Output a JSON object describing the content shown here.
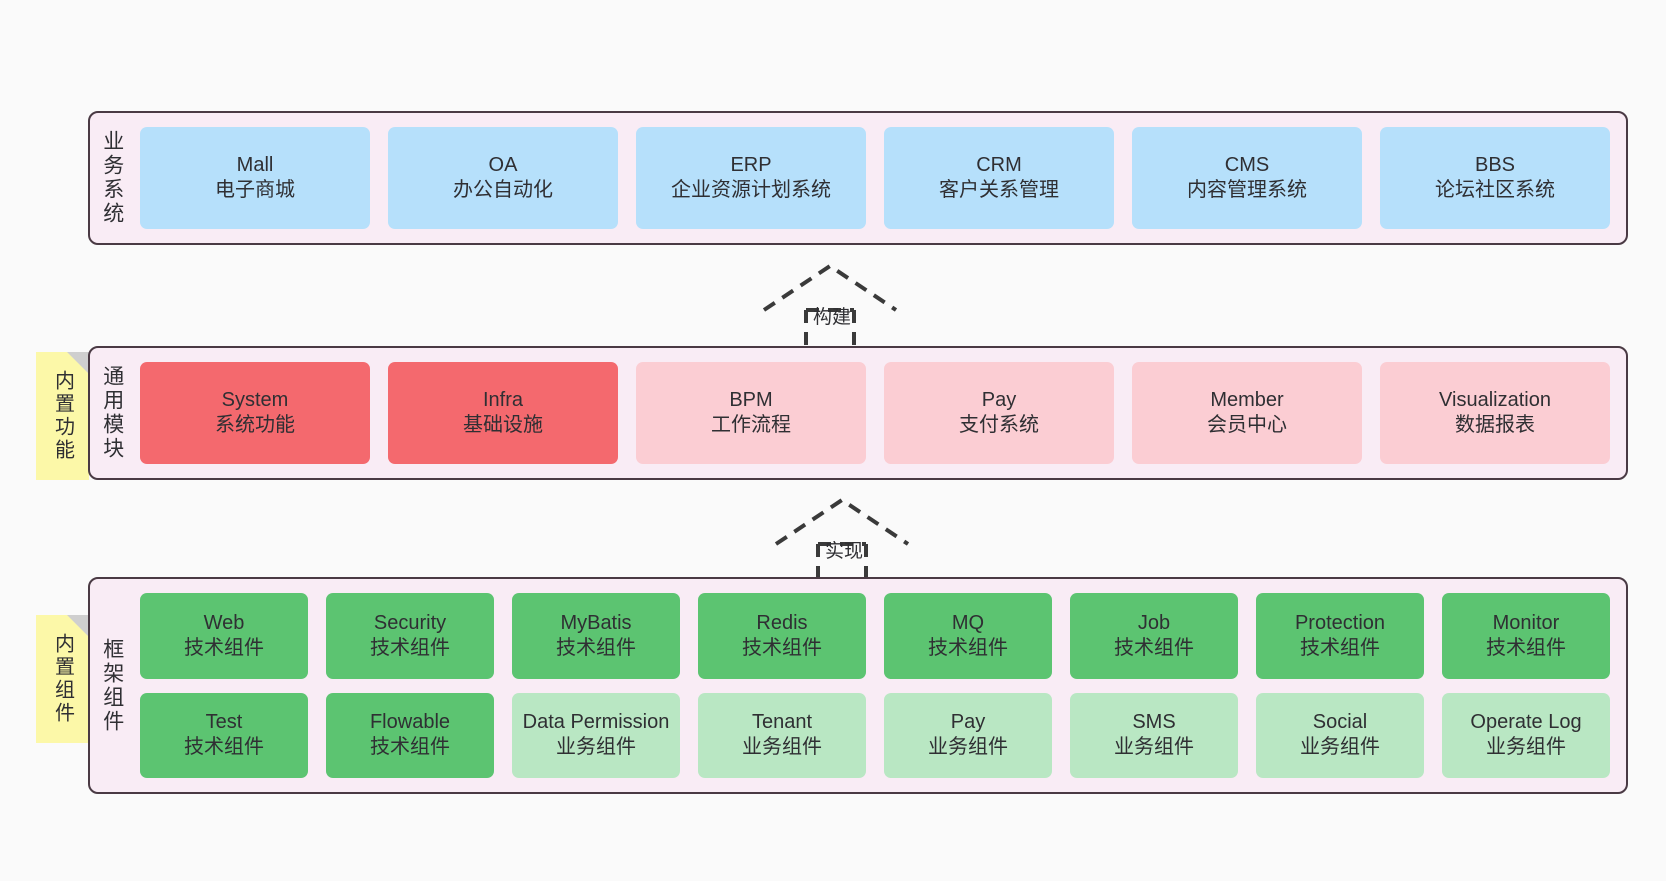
{
  "layers": [
    {
      "id": "business",
      "title": "业务系统",
      "rows": [
        {
          "cards": [
            {
              "en": "Mall",
              "cn": "电子商城",
              "color": "c-blue"
            },
            {
              "en": "OA",
              "cn": "办公自动化",
              "color": "c-blue"
            },
            {
              "en": "ERP",
              "cn": "企业资源计划系统",
              "color": "c-blue"
            },
            {
              "en": "CRM",
              "cn": "客户关系管理",
              "color": "c-blue"
            },
            {
              "en": "CMS",
              "cn": "内容管理系统",
              "color": "c-blue"
            },
            {
              "en": "BBS",
              "cn": "论坛社区系统",
              "color": "c-blue"
            }
          ]
        }
      ]
    },
    {
      "id": "common",
      "title": "通用模块",
      "note": "内置功能",
      "rows": [
        {
          "cards": [
            {
              "en": "System",
              "cn": "系统功能",
              "color": "c-red"
            },
            {
              "en": "Infra",
              "cn": "基础设施",
              "color": "c-red"
            },
            {
              "en": "BPM",
              "cn": "工作流程",
              "color": "c-pink"
            },
            {
              "en": "Pay",
              "cn": "支付系统",
              "color": "c-pink"
            },
            {
              "en": "Member",
              "cn": "会员中心",
              "color": "c-pink"
            },
            {
              "en": "Visualization",
              "cn": "数据报表",
              "color": "c-pink"
            }
          ]
        }
      ]
    },
    {
      "id": "framework",
      "title": "框架组件",
      "note": "内置组件",
      "rows": [
        {
          "cards": [
            {
              "en": "Web",
              "cn": "技术组件",
              "color": "c-green"
            },
            {
              "en": "Security",
              "cn": "技术组件",
              "color": "c-green"
            },
            {
              "en": "MyBatis",
              "cn": "技术组件",
              "color": "c-green"
            },
            {
              "en": "Redis",
              "cn": "技术组件",
              "color": "c-green"
            },
            {
              "en": "MQ",
              "cn": "技术组件",
              "color": "c-green"
            },
            {
              "en": "Job",
              "cn": "技术组件",
              "color": "c-green"
            },
            {
              "en": "Protection",
              "cn": "技术组件",
              "color": "c-green"
            },
            {
              "en": "Monitor",
              "cn": "技术组件",
              "color": "c-green"
            }
          ]
        },
        {
          "cards": [
            {
              "en": "Test",
              "cn": "技术组件",
              "color": "c-green"
            },
            {
              "en": "Flowable",
              "cn": "技术组件",
              "color": "c-green"
            },
            {
              "en": "Data Permission",
              "cn": "业务组件",
              "color": "c-lightgreen"
            },
            {
              "en": "Tenant",
              "cn": "业务组件",
              "color": "c-lightgreen"
            },
            {
              "en": "Pay",
              "cn": "业务组件",
              "color": "c-lightgreen"
            },
            {
              "en": "SMS",
              "cn": "业务组件",
              "color": "c-lightgreen"
            },
            {
              "en": "Social",
              "cn": "业务组件",
              "color": "c-lightgreen"
            },
            {
              "en": "Operate Log",
              "cn": "业务组件",
              "color": "c-lightgreen"
            }
          ]
        }
      ]
    }
  ],
  "arrows": [
    {
      "id": "build",
      "label": "构建"
    },
    {
      "id": "implement",
      "label": "实现"
    }
  ],
  "colors": {
    "container_bg": "#f9ecf5",
    "container_border": "#4a3a44",
    "blue": "#b6e0fb",
    "red": "#f4696e",
    "pink": "#fbcdd3",
    "green": "#5cc471",
    "light_green": "#b9e7c3",
    "note": "#fcf8a8",
    "note_fold": "#cfcfcf",
    "canvas": "#fafafa",
    "text": "#2f2f33"
  }
}
